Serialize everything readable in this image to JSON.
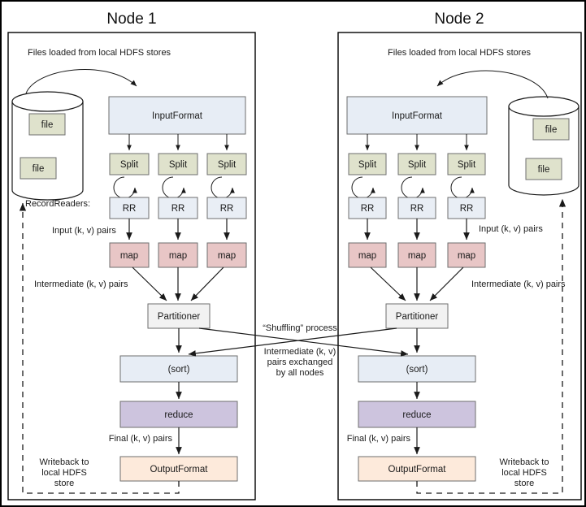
{
  "diagram": {
    "title_alt": "Hadoop MapReduce data flow across two nodes",
    "nodes": [
      {
        "id": "node1",
        "title": "Node 1",
        "store_side": "left",
        "annotations": {
          "files_loaded": "Files loaded from local HDFS stores",
          "recordreaders": "RecordReaders:",
          "input_pairs": "Input (k, v) pairs",
          "intermediate_pairs": "Intermediate (k, v) pairs",
          "final_pairs": "Final (k, v) pairs",
          "writeback_line1": "Writeback to",
          "writeback_line2": "local HDFS",
          "writeback_line3": "store"
        },
        "store": {
          "name": "hdfs-store",
          "files": [
            "file",
            "file"
          ]
        },
        "stages": {
          "input_format": "InputFormat",
          "splits": [
            "Split",
            "Split",
            "Split"
          ],
          "record_readers": [
            "RR",
            "RR",
            "RR"
          ],
          "maps": [
            "map",
            "map",
            "map"
          ],
          "partitioner": "Partitioner",
          "sort": "(sort)",
          "reduce": "reduce",
          "output_format": "OutputFormat"
        }
      },
      {
        "id": "node2",
        "title": "Node 2",
        "store_side": "right",
        "annotations": {
          "files_loaded": "Files loaded from local HDFS stores",
          "recordreaders": "",
          "input_pairs": "Input (k, v) pairs",
          "intermediate_pairs": "Intermediate (k, v) pairs",
          "final_pairs": "Final (k, v) pairs",
          "writeback_line1": "Writeback to",
          "writeback_line2": "local HDFS",
          "writeback_line3": "store"
        },
        "store": {
          "name": "hdfs-store",
          "files": [
            "file",
            "file"
          ]
        },
        "stages": {
          "input_format": "InputFormat",
          "splits": [
            "Split",
            "Split",
            "Split"
          ],
          "record_readers": [
            "RR",
            "RR",
            "RR"
          ],
          "maps": [
            "map",
            "map",
            "map"
          ],
          "partitioner": "Partitioner",
          "sort": "(sort)",
          "reduce": "reduce",
          "output_format": "OutputFormat"
        }
      }
    ],
    "shuffle": {
      "label": "“Shuffling” process",
      "caption_line1": "Intermediate (k, v)",
      "caption_line2": "pairs exchanged",
      "caption_line3": "by all nodes"
    },
    "colors": {
      "split": "#dfe2cc",
      "record_reader": "#e9eef5",
      "map": "#e8c6c6",
      "partitioner": "#f2f2f2",
      "sort": "#e7edf5",
      "reduce": "#cdc4de",
      "output_format": "#fdeadb",
      "input_format": "#e7edf5",
      "file": "#dfe2cc",
      "outline": "#6e6e6e",
      "stroke": "#1a1a1a",
      "background": "#ffffff"
    }
  }
}
